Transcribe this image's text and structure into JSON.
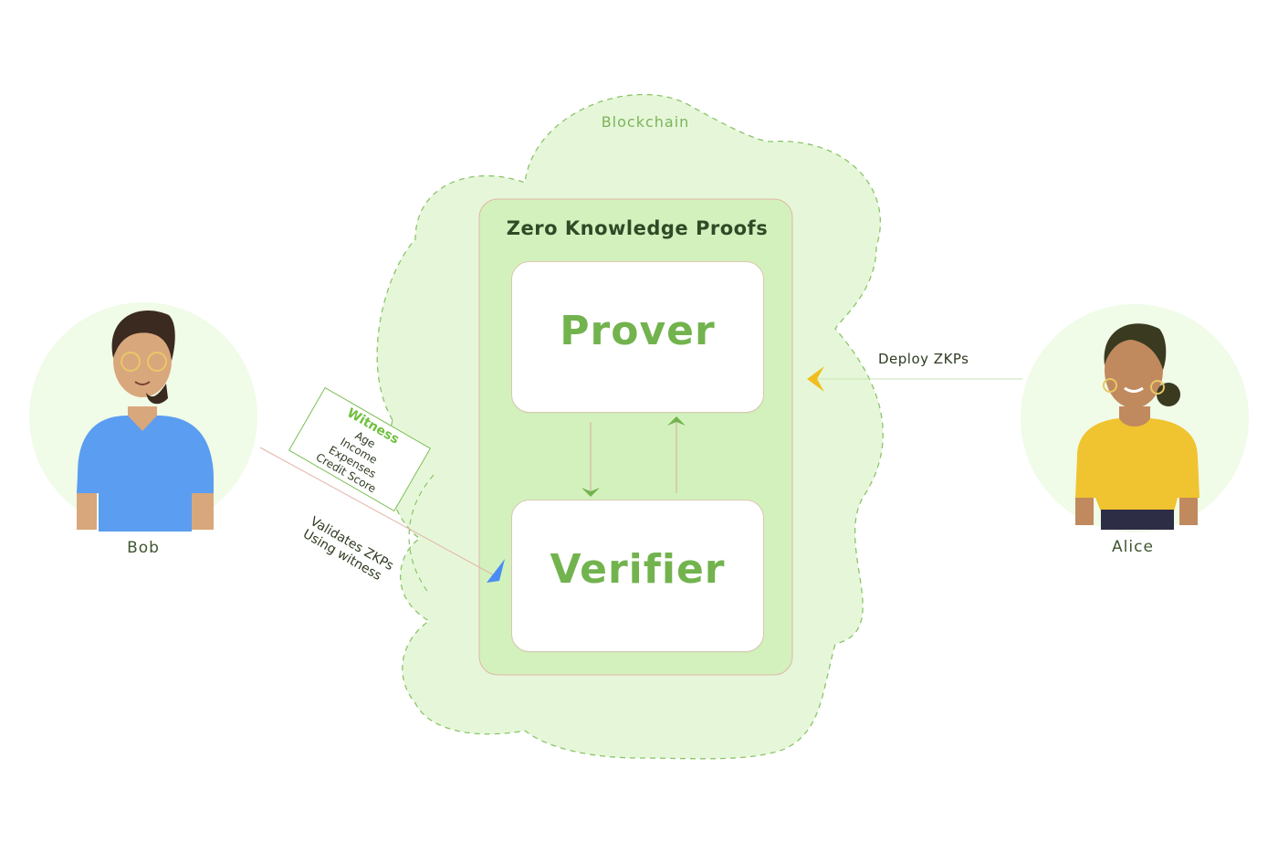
{
  "cloud": {
    "label": "Blockchain",
    "fill": "#e6f7d9",
    "stroke": "#8bc46a"
  },
  "zkp": {
    "title": "Zero Knowledge Proofs",
    "fill": "#d3f1bd",
    "stroke": "#e0b7a8"
  },
  "prover": {
    "label": "Prover"
  },
  "verifier": {
    "label": "Verifier"
  },
  "bob": {
    "name": "Bob",
    "icon": "man-avatar-icon",
    "shirt": "#5b9df0"
  },
  "alice": {
    "name": "Alice",
    "icon": "woman-avatar-icon",
    "shirt": "#f0c330"
  },
  "witness": {
    "title": "Witness",
    "items": [
      "Age",
      "Income",
      "Expenses",
      "Credit Score"
    ]
  },
  "edges": {
    "bob_to_verifier": {
      "line1": "Validates ZKPs",
      "line2": "Using witness",
      "arrow_color": "#4a8df2"
    },
    "alice_to_zkp": {
      "label": "Deploy ZKPs",
      "arrow_color": "#f0be1e"
    }
  }
}
